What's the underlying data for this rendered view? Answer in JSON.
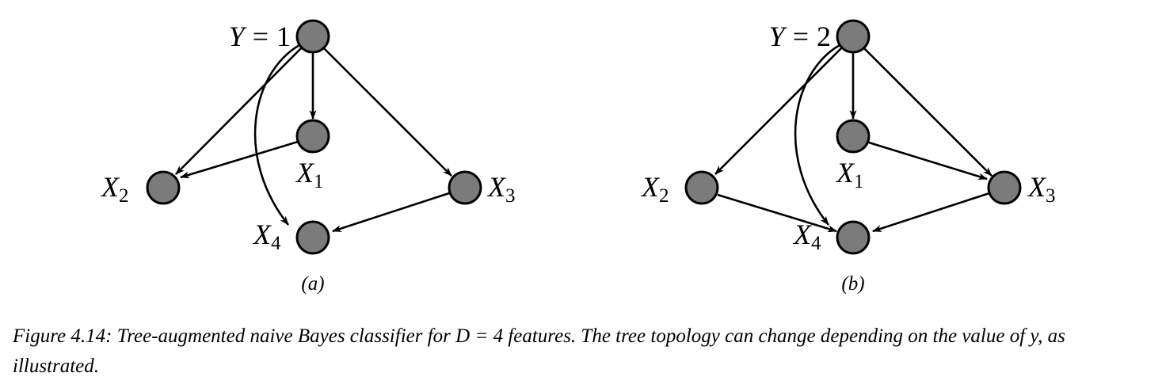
{
  "figure": {
    "panels": [
      {
        "id": "a",
        "label": "(a)",
        "root": {
          "var": "Y",
          "op": "=",
          "value": "1"
        },
        "features": [
          {
            "id": "X1",
            "letter": "X",
            "subscript": "1"
          },
          {
            "id": "X2",
            "letter": "X",
            "subscript": "2"
          },
          {
            "id": "X3",
            "letter": "X",
            "subscript": "3"
          },
          {
            "id": "X4",
            "letter": "X",
            "subscript": "4"
          }
        ],
        "edges": [
          {
            "from": "Y",
            "to": "X1"
          },
          {
            "from": "Y",
            "to": "X2"
          },
          {
            "from": "Y",
            "to": "X3"
          },
          {
            "from": "Y",
            "to": "X4"
          },
          {
            "from": "X1",
            "to": "X2"
          },
          {
            "from": "X3",
            "to": "X4"
          }
        ]
      },
      {
        "id": "b",
        "label": "(b)",
        "root": {
          "var": "Y",
          "op": "=",
          "value": "2"
        },
        "features": [
          {
            "id": "X1",
            "letter": "X",
            "subscript": "1"
          },
          {
            "id": "X2",
            "letter": "X",
            "subscript": "2"
          },
          {
            "id": "X3",
            "letter": "X",
            "subscript": "3"
          },
          {
            "id": "X4",
            "letter": "X",
            "subscript": "4"
          }
        ],
        "edges": [
          {
            "from": "Y",
            "to": "X1"
          },
          {
            "from": "Y",
            "to": "X2"
          },
          {
            "from": "Y",
            "to": "X3"
          },
          {
            "from": "Y",
            "to": "X4"
          },
          {
            "from": "X1",
            "to": "X3"
          },
          {
            "from": "X2",
            "to": "X4"
          },
          {
            "from": "X3",
            "to": "X4"
          }
        ]
      }
    ],
    "caption": {
      "text": "Figure 4.14: Tree-augmented naive Bayes classifier for D = 4 features. The tree topology can change depending on the value of y, as illustrated."
    },
    "colors": {
      "node_fill": "#7b7b7b",
      "stroke": "#000000",
      "background": "#ffffff"
    }
  }
}
